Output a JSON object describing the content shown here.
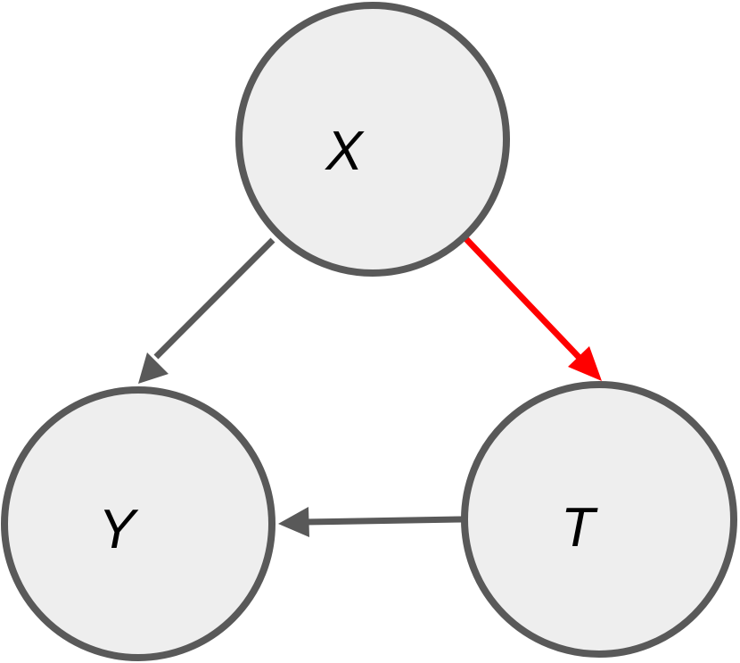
{
  "colors": {
    "node_fill": "#eeeeee",
    "node_stroke": "#595959",
    "edge_default": "#595959",
    "edge_highlight": "#ff0000",
    "label": "#000000"
  },
  "nodes": {
    "x": {
      "label": "X"
    },
    "y": {
      "label": "Y"
    },
    "t": {
      "label": "T"
    }
  },
  "edges": [
    {
      "from": "X",
      "to": "Y",
      "highlighted": false
    },
    {
      "from": "X",
      "to": "T",
      "highlighted": true
    },
    {
      "from": "T",
      "to": "Y",
      "highlighted": false
    }
  ]
}
